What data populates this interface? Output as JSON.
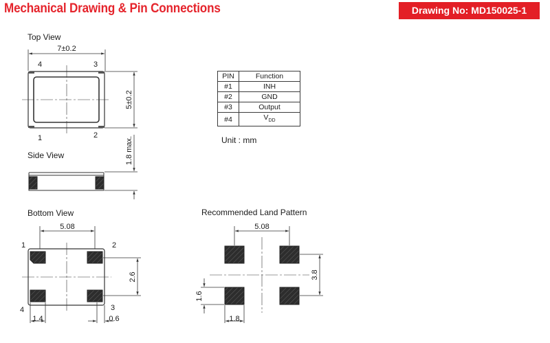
{
  "header": {
    "title": "Mechanical Drawing & Pin Connections",
    "drawing_no": "Drawing No: MD150025-1"
  },
  "top_view": {
    "label": "Top View",
    "width_dim": "7±0.2",
    "height_dim": "5±0.2",
    "pins": [
      "1",
      "2",
      "3",
      "4"
    ]
  },
  "side_view": {
    "label": "Side View",
    "height_dim": "1.8 max."
  },
  "bottom_view": {
    "label": "Bottom View",
    "pitch_dim": "5.08",
    "vertical_dim": "2.6",
    "pad_width_dim": "1.4",
    "edge_dim": "0.6",
    "pins": [
      "1",
      "2",
      "3",
      "4"
    ]
  },
  "land_pattern": {
    "label": "Recommended Land Pattern",
    "pitch_dim": "5.08",
    "vertical_dim": "3.8",
    "pad_height_dim": "1.6",
    "pad_width_dim": "1.8"
  },
  "pin_table": {
    "headers": [
      "PIN",
      "Function"
    ],
    "rows": [
      {
        "pin": "#1",
        "function": "INH"
      },
      {
        "pin": "#2",
        "function": "GND"
      },
      {
        "pin": "#3",
        "function": "Output"
      },
      {
        "pin": "#4",
        "function": "V",
        "function_sub": "DD"
      }
    ]
  },
  "unit": "Unit : mm"
}
